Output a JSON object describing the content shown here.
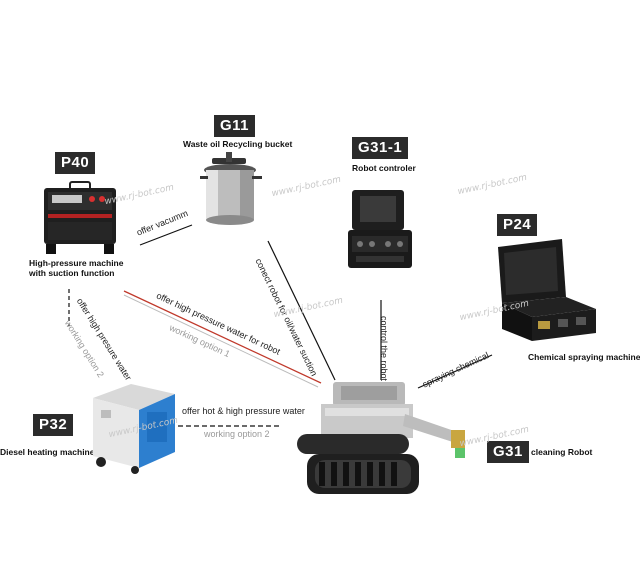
{
  "machines": {
    "p40": {
      "code": "P40",
      "name_line1": "High-pressure machine",
      "name_line2": "with suction function"
    },
    "g11": {
      "code": "G11",
      "name": "Waste oil  Recycling bucket"
    },
    "g31_1": {
      "code": "G31-1",
      "name": "Robot controler"
    },
    "p24": {
      "code": "P24",
      "name": "Chemical spraying machine"
    },
    "p32": {
      "code": "P32",
      "name": "Diesel heating machine"
    },
    "g31": {
      "code": "G31",
      "name": "cleaning Robot"
    }
  },
  "connections": {
    "offer_vacuum": "offer vacumm",
    "connect_robot": "conect robot for oil/water suction",
    "control_robot": "control the robot",
    "spraying_chemical": "spraying  chemical",
    "offer_hp_water_robot": "offer high pressure water for robot",
    "working_option_1": "working option 1",
    "offer_hp_water_vertical": "offer high presure water",
    "working_option_2_vertical": "working option 2",
    "offer_hot_hp_water": "offer hot & high pressure water",
    "working_option_2_horizontal": "working option 2"
  },
  "watermark": "www.rj-bot.com",
  "colors": {
    "badge": "#2b2b2b",
    "red_line": "#c0392b",
    "grey_line": "#aaaaaa"
  }
}
